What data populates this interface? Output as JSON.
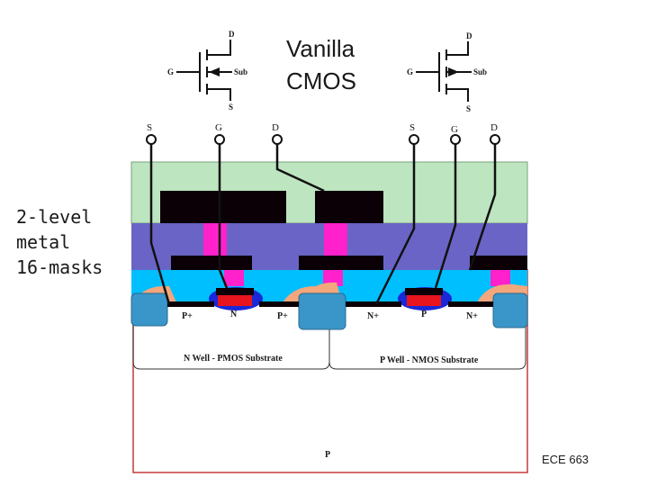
{
  "title": {
    "line1": "Vanilla",
    "line2": "CMOS"
  },
  "side_note": {
    "line1": "2-level",
    "line2": "metal",
    "line3": "16-masks"
  },
  "footer": "ECE 663",
  "pmos_symbol": {
    "d": "D",
    "g": "G",
    "s": "S",
    "sub": "Sub"
  },
  "nmos_symbol": {
    "d": "D",
    "g": "G",
    "s": "S",
    "sub": "Sub"
  },
  "terminals": {
    "s1": "S",
    "g1": "G",
    "d1": "D",
    "s2": "S",
    "g2": "G",
    "d2": "D"
  },
  "regions": {
    "p_plus_left": "P+",
    "n_under_left": "N",
    "p_plus_right": "P+",
    "n_plus_left": "N+",
    "p_under_right": "P",
    "n_plus_right": "N+",
    "n_well": "N Well - PMOS Substrate",
    "p_well": "P Well - NMOS Substrate",
    "substrate": "P"
  },
  "colors": {
    "oxide_top": "#bde5bf",
    "dielectric": "#6a64c6",
    "field": "#00bfff",
    "metal": "#0a0005",
    "via": "#ff22cc",
    "gate": "#e8141e",
    "gate_cap": "#1a28d8",
    "isolation": "#3a96c8",
    "spacer": "#f3a77c",
    "substrate_edge": "#c43a3a"
  }
}
